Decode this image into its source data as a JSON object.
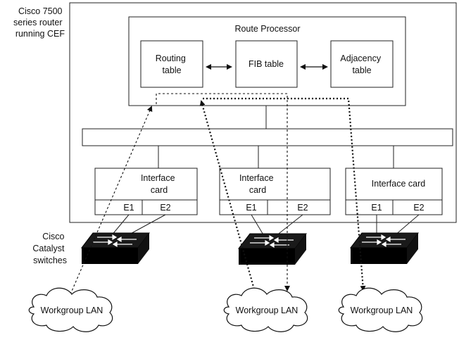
{
  "router": {
    "label_lines": [
      "Cisco 7500",
      "series router",
      "running CEF"
    ]
  },
  "route_processor": {
    "title": "Route Processor",
    "routing_table": [
      "Routing",
      "table"
    ],
    "fib_table": "FIB table",
    "adjacency_table": [
      "Adjacency",
      "table"
    ]
  },
  "interface_cards": [
    {
      "label_lines": [
        "Interface",
        "card"
      ],
      "ports": [
        "E1",
        "E2"
      ]
    },
    {
      "label_lines": [
        "Interface",
        "card"
      ],
      "ports": [
        "E1",
        "E2"
      ]
    },
    {
      "label_lines": [
        "Interface card"
      ],
      "ports": [
        "E1",
        "E2"
      ]
    }
  ],
  "switches": {
    "label_lines": [
      "Cisco",
      "Catalyst",
      "switches"
    ]
  },
  "lans": [
    "Workgroup LAN",
    "Workgroup LAN",
    "Workgroup LAN"
  ]
}
